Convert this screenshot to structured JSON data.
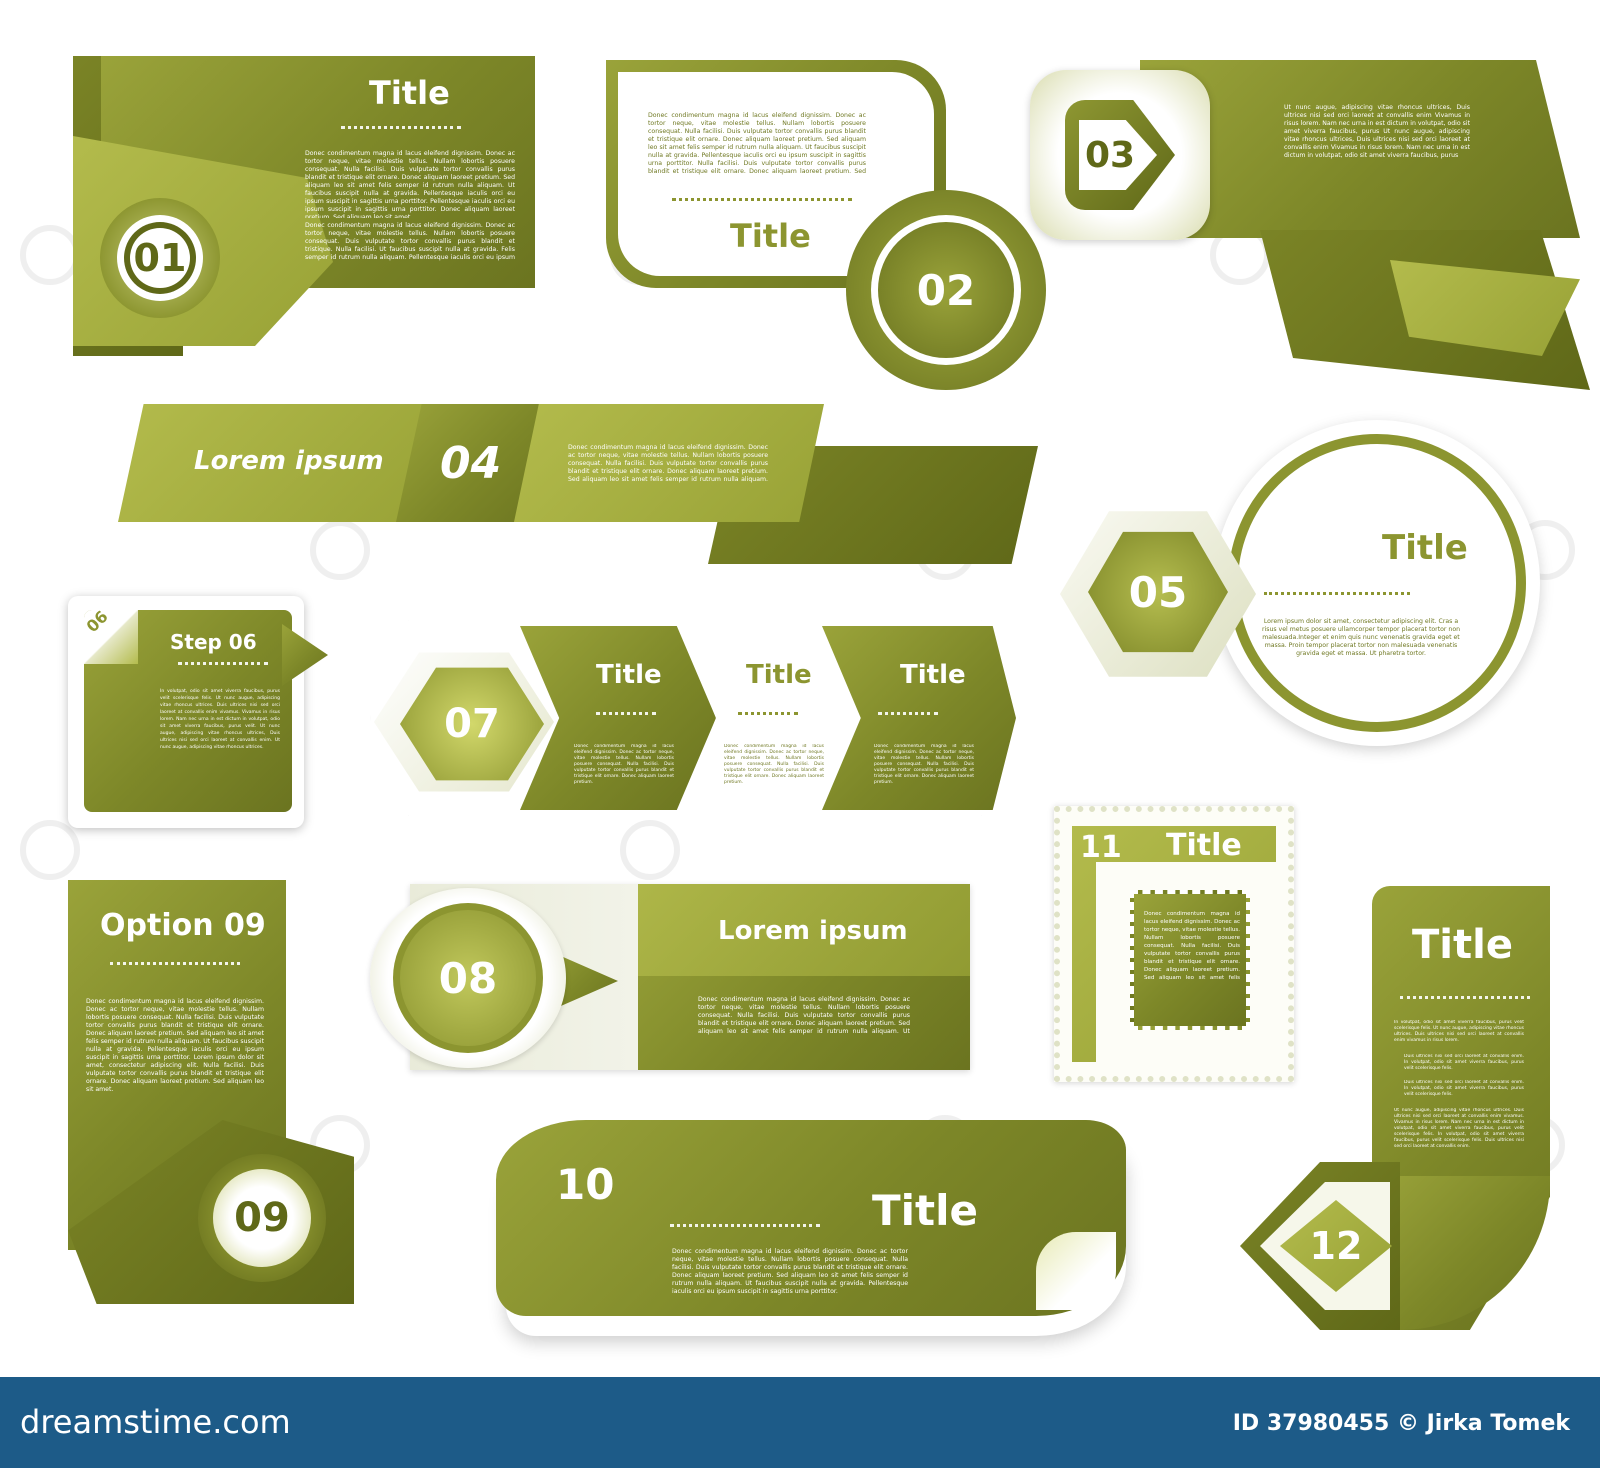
{
  "colors": {
    "olive": "#8b9430",
    "olive_light": "#b3bb4c",
    "olive_dark": "#5f6818",
    "footer": "#1d5b88"
  },
  "block01": {
    "title": "Title",
    "number": "01",
    "para1": "Donec condimentum magna id lacus eleifend dignissim. Donec ac tortor neque, vitae molestie tellus. Nullam lobortis posuere consequat. Nulla facilisi. Duis vulputate tortor convallis purus blandit et tristique elit ornare. Donec aliquam laoreet pretium. Sed aliquam leo sit amet felis semper id rutrum nulla aliquam. Ut faucibus suscipit nulla at gravida. Pellentesque iaculis orci eu ipsum suscipit in sagittis urna porttitor. Pellentesque iaculis orci eu ipsum suscipit in sagittis urna porttitor. Donec aliquam laoreet pretium. Sed aliquam leo sit amet.",
    "para2": "Donec condimentum magna id lacus eleifend dignissim. Donec ac tortor neque, vitae molestie tellus. Nullam lobortis posuere consequat. Duis vulputate tortor convallis purus blandit et tristique. Nulla facilisi. Ut faucibus suscipit nulla at gravida. Felis semper id rutrum nulla aliquam. Pellentesque iaculis orci eu ipsum suscipit in sagittis urna porttitor."
  },
  "block02": {
    "title": "Title",
    "number": "02",
    "para": "Donec condimentum magna id lacus eleifend dignissim. Donec ac tortor neque, vitae molestie tellus. Nullam lobortis posuere consequat. Nulla facilisi. Duis vulputate tortor convallis purus blandit et tristique elit ornare. Donec aliquam laoreet pretium. Sed aliquam leo sit amet felis semper id rutrum nulla aliquam. Ut faucibus suscipit nulla at gravida. Pellentesque iaculis orci eu ipsum suscipit in sagittis urna porttitor. Nulla facilisi. Duis vulputate tortor convallis purus blandit et tristique elit ornare. Donec aliquam laoreet pretium. Sed aliquam leo sit amet."
  },
  "block03": {
    "number": "03",
    "para": "Ut nunc augue, adipiscing vitae rhoncus ultrices, Duis ultrices nisi sed orci laoreet at convallis enim Vivamus in risus lorem. Nam nec urna in est dictum in volutpat, odio sit amet viverra faucibus, purus Ut nunc augue, adipiscing vitae rhoncus ultrices, Duis ultrices nisi sed orci laoreet at convallis enim Vivamus in risus lorem. Nam nec urna in est dictum in volutpat, odio sit amet viverra faucibus, purus"
  },
  "block04": {
    "label": "Lorem ipsum",
    "number": "04",
    "para": "Donec condimentum magna id lacus eleifend dignissim. Donec ac tortor neque, vitae molestie tellus. Nullam lobortis posuere consequat. Nulla facilisi. Duis vulputate tortor convallis purus blandit et tristique elit ornare. Donec aliquam laoreet pretium. Sed aliquam leo sit amet felis semper id rutrum nulla aliquam. Ut faucibus suscipit nulla at gravida. Pellentesque iaculis orci eu ipsum suscipit in sagittis urna porttitor."
  },
  "block05": {
    "title": "Title",
    "number": "05",
    "para": "Lorem ipsum dolor sit amet, consectetur adipiscing elit. Cras a risus vel metus posuere ullamcorper tempor placerat tortor non malesuada.Integer et enim quis nunc venenatis gravida eget et massa. Proin tempor placerat tortor non malesuada venenatis gravida eget et massa. Ut pharetra tortor."
  },
  "block06": {
    "tab": "06",
    "title": "Step 06",
    "para": "In volutpat, odio sit amet viverra faucibus, purus velit scelerisque felis. Ut nunc augue, adipiscing vitae rhoncus ultrices. Duis ultrices nisi sed orci laoreet at convallis enim vivamus. Vivamus in risus lorem. Nam nec urna in est dictum in volutpat, odio sit amet viverra faucibus, purus velit. Ut nunc augue, adipiscing vitae rhoncus ultrices, Duis ultrices nisi sed orci laoreet at convallis enim. Ut nunc augue, adipiscing vitae rhoncus ultrices."
  },
  "block07": {
    "number": "07",
    "steps": [
      {
        "title": "Title",
        "para": "Donec condimentum magna id lacus eleifend dignissim. Donec ac tortor neque, vitae molestie tellus. Nullam lobortis posuere consequat. Nulla facilisi. Duis vulputate tortor convallis purus blandit et tristique elit ornare. Donec aliquam laoreet pretium."
      },
      {
        "title": "Title",
        "para": "Donec condimentum magna id lacus eleifend dignissim. Donec ac tortor neque, vitae molestie tellus. Nullam lobortis posuere consequat. Nulla facilisi. Duis vulputate tortor convallis purus blandit et tristique elit ornare. Donec aliquam laoreet pretium."
      },
      {
        "title": "Title",
        "para": "Donec condimentum magna id lacus eleifend dignissim. Donec ac tortor neque, vitae molestie tellus. Nullam lobortis posuere consequat. Nulla facilisi. Duis vulputate tortor convallis purus blandit et tristique elit ornare. Donec aliquam laoreet pretium."
      }
    ]
  },
  "block08": {
    "number": "08",
    "label": "Lorem ipsum",
    "para": "Donec condimentum magna id lacus eleifend dignissim. Donec ac tortor neque, vitae molestie tellus. Nullam lobortis posuere consequat. Nulla facilisi. Duis vulputate tortor convallis purus blandit et tristique elit ornare. Donec aliquam laoreet pretium. Sed aliquam leo sit amet felis semper id rutrum nulla aliquam. Ut faucibus suscipit nulla at gravida. Pellentesque iaculis orci eu ipsum suscipit in sagittis urna porttitor."
  },
  "block09": {
    "title": "Option 09",
    "number": "09",
    "para": "Donec condimentum magna id lacus eleifend dignissim. Donec ac tortor neque, vitae molestie tellus. Nullam lobortis posuere consequat. Nulla facilisi. Duis vulputate tortor convallis purus blandit et tristique elit ornare. Donec aliquam laoreet pretium. Sed aliquam leo sit amet felis semper id rutrum nulla aliquam. Ut faucibus suscipit nulla at gravida. Pellentesque iaculis orci eu ipsum suscipit in sagittis urna porttitor. Lorem ipsum dolor sit amet, consectetur adipiscing elit. Nulla facilisi. Duis vulputate tortor convallis purus blandit et tristique elit ornare. Donec aliquam laoreet pretium. Sed aliquam leo sit amet."
  },
  "block10": {
    "number": "10",
    "title": "Title",
    "para": "Donec condimentum magna id lacus eleifend dignissim. Donec ac tortor neque, vitae molestie tellus. Nullam lobortis posuere consequat. Nulla facilisi. Duis vulputate tortor convallis purus blandit et tristique elit ornare. Donec aliquam laoreet pretium. Sed aliquam leo sit amet felis semper id rutrum nulla aliquam. Ut faucibus suscipit nulla at gravida. Pellentesque iaculis orci eu ipsum suscipit in sagittis urna porttitor."
  },
  "block11": {
    "number": "11",
    "title": "Title",
    "para": "Donec condimentum magna id lacus eleifend dignissim. Donec ac tortor neque, vitae molestie tellus. Nullam lobortis posuere consequat. Nulla facilisi. Duis vulputate tortor convallis purus blandit et tristique elit ornare. Donec aliquam laoreet pretium. Sed aliquam leo sit amet felis semper id rutrum nulla aliquam. Pellentesque iaculis orci eu ipsum suscipit in sagittis. Nulla facilisi. Duis vulputate tortor convallis. Donec aliquam laoreet pretium."
  },
  "block12": {
    "number": "12",
    "title": "Title",
    "para1": "In volutpat, odio sit amet viverra faucibus, purus velit scelerisque felis. Ut nunc augue, adipiscing vitae rhoncus ultrices. Duis ultrices nisi sed orci laoreet at convallis enim vivamus in risus lorem.",
    "bullet1": "Duis ultrices nisi sed orci laoreet at convallis enim. In volutpat, odio sit amet viverra faucibus, purus velit scelerisque felis.",
    "bullet2": "Duis ultrices nisi sed orci laoreet at convallis enim. In volutpat, odio sit amet viverra faucibus, purus velit scelerisque felis.",
    "para2": "Ut nunc augue, adipiscing vitae rhoncus ultrices. Duis ultrices nisi sed orci laoreet at convallis enim vivamus. Vivamus in risus lorem. Nam nec urna in est dictum in volutpat, odio sit amet viverra faucibus, purus velit scelerisque felis. In volutpat, odio sit amet viverra faucibus, purus velit scelerisque felis. Duis ultrices nisi sed orci laoreet at convallis enim."
  },
  "footer": {
    "brand": "dreamstime.com",
    "credit": "ID 37980455 © Jirka Tomek"
  }
}
